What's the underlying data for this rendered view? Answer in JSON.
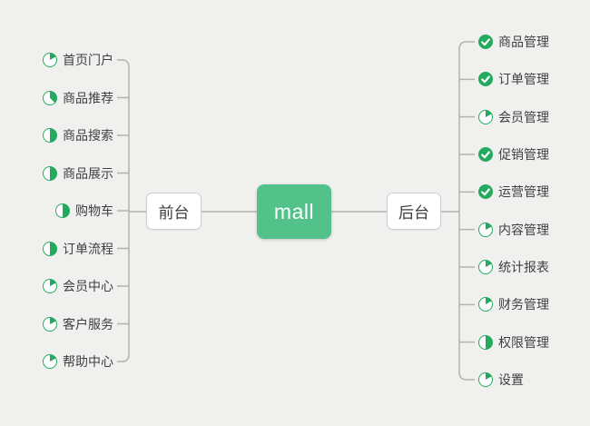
{
  "colors": {
    "background": "#f0f0ee",
    "root_node_green": "#52c18a",
    "icon_green": "#23aa5e",
    "connector_gray": "#b2b2b0",
    "text_dark": "#3f3f3f"
  },
  "root": {
    "label": "mall"
  },
  "branches": [
    {
      "label": "前台",
      "side": "left",
      "items": [
        {
          "label": "首页门户",
          "progress": 0.17,
          "done": false
        },
        {
          "label": "商品推荐",
          "progress": 0.375,
          "done": false
        },
        {
          "label": "商品搜索",
          "progress": 0.5,
          "done": false
        },
        {
          "label": "商品展示",
          "progress": 0.5,
          "done": false
        },
        {
          "label": "购物车",
          "progress": 0.5,
          "done": false
        },
        {
          "label": "订单流程",
          "progress": 0.5,
          "done": false
        },
        {
          "label": "会员中心",
          "progress": 0.17,
          "done": false
        },
        {
          "label": "客户服务",
          "progress": 0.17,
          "done": false
        },
        {
          "label": "帮助中心",
          "progress": 0.17,
          "done": false
        }
      ]
    },
    {
      "label": "后台",
      "side": "right",
      "items": [
        {
          "label": "商品管理",
          "progress": 1,
          "done": true
        },
        {
          "label": "订单管理",
          "progress": 1,
          "done": true
        },
        {
          "label": "会员管理",
          "progress": 0.17,
          "done": false
        },
        {
          "label": "促销管理",
          "progress": 1,
          "done": true
        },
        {
          "label": "运营管理",
          "progress": 1,
          "done": true
        },
        {
          "label": "内容管理",
          "progress": 0.17,
          "done": false
        },
        {
          "label": "统计报表",
          "progress": 0.17,
          "done": false
        },
        {
          "label": "财务管理",
          "progress": 0.17,
          "done": false
        },
        {
          "label": "权限管理",
          "progress": 0.5,
          "done": false
        },
        {
          "label": "设置",
          "progress": 0.17,
          "done": false
        }
      ]
    }
  ]
}
